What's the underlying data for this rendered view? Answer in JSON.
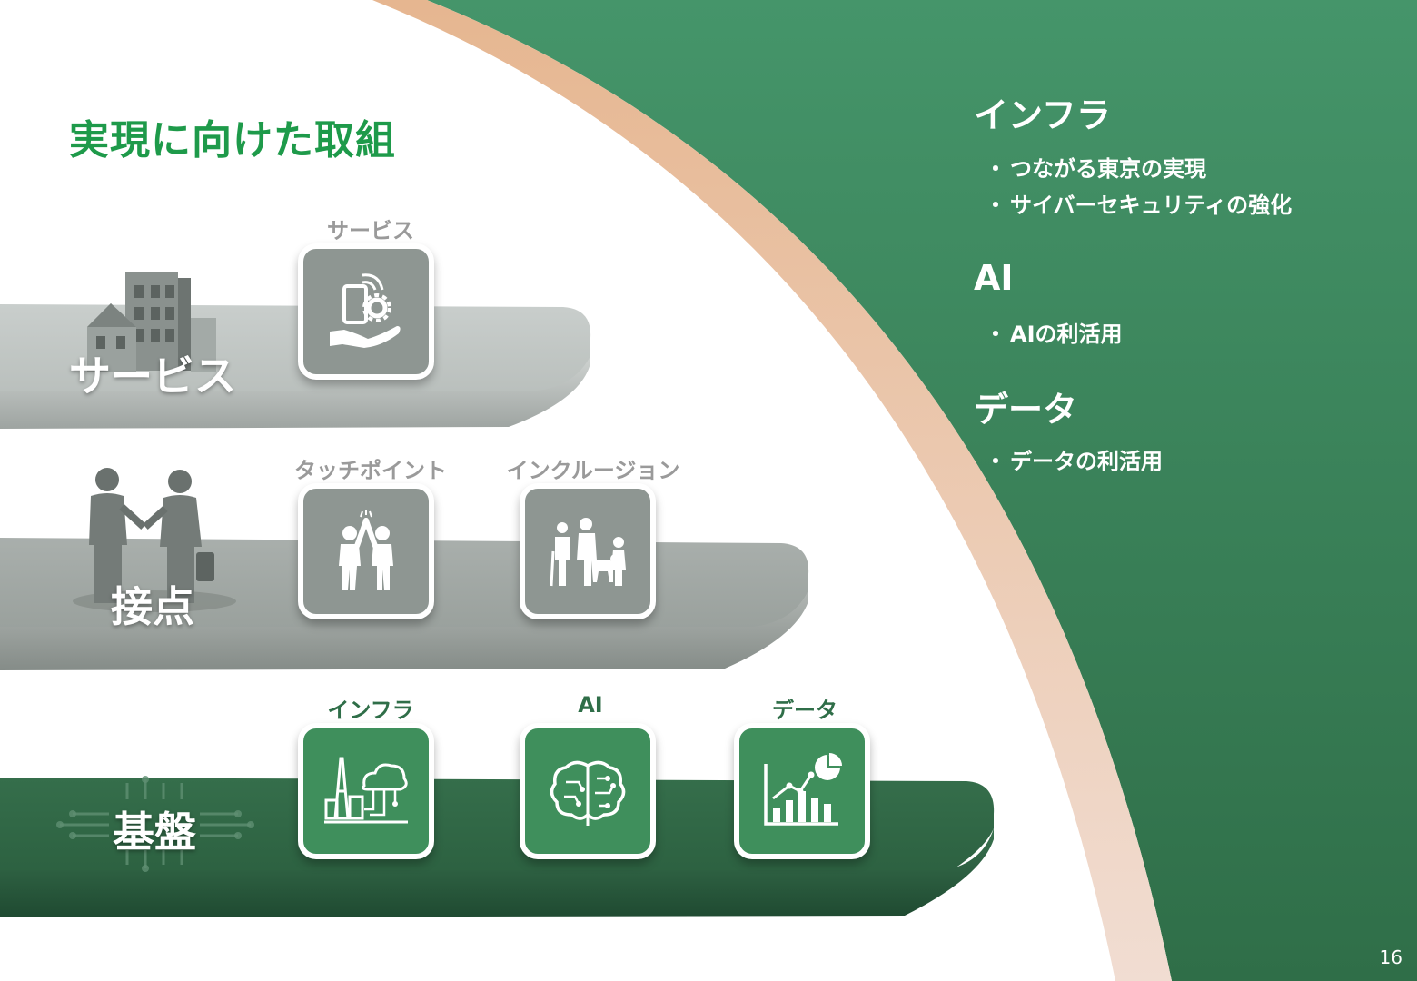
{
  "title": "実現に向けた取組",
  "layers": {
    "service": {
      "label": "サービス"
    },
    "touchpoint": {
      "label": "接点"
    },
    "base": {
      "label": "基盤"
    }
  },
  "tiles": {
    "service": {
      "label": "サービス",
      "icon": "hand-phone-gear-icon"
    },
    "touchpoint": {
      "label": "タッチポイント",
      "icon": "high-five-icon"
    },
    "inclusion": {
      "label": "インクルージョン",
      "icon": "inclusion-people-icon"
    },
    "infra": {
      "label": "インフラ",
      "icon": "tower-cloud-icon"
    },
    "ai": {
      "label": "AI",
      "icon": "brain-circuit-icon"
    },
    "data": {
      "label": "データ",
      "icon": "bar-chart-pie-icon"
    }
  },
  "panel": {
    "sections": [
      {
        "title": "インフラ",
        "items": [
          "つながる東京の実現",
          "サイバーセキュリティの強化"
        ]
      },
      {
        "title": "AI",
        "items": [
          "AIの利活用"
        ]
      },
      {
        "title": "データ",
        "items": [
          "データの利活用"
        ]
      }
    ],
    "bullet_char": "・"
  },
  "page_number": "16",
  "colors": {
    "title_green": "#1e9a4a",
    "panel_green": "#3a8457",
    "arc_peach": "#e7b994",
    "tile_gray": "#8e9692",
    "tile_green": "#3f8f5c"
  }
}
